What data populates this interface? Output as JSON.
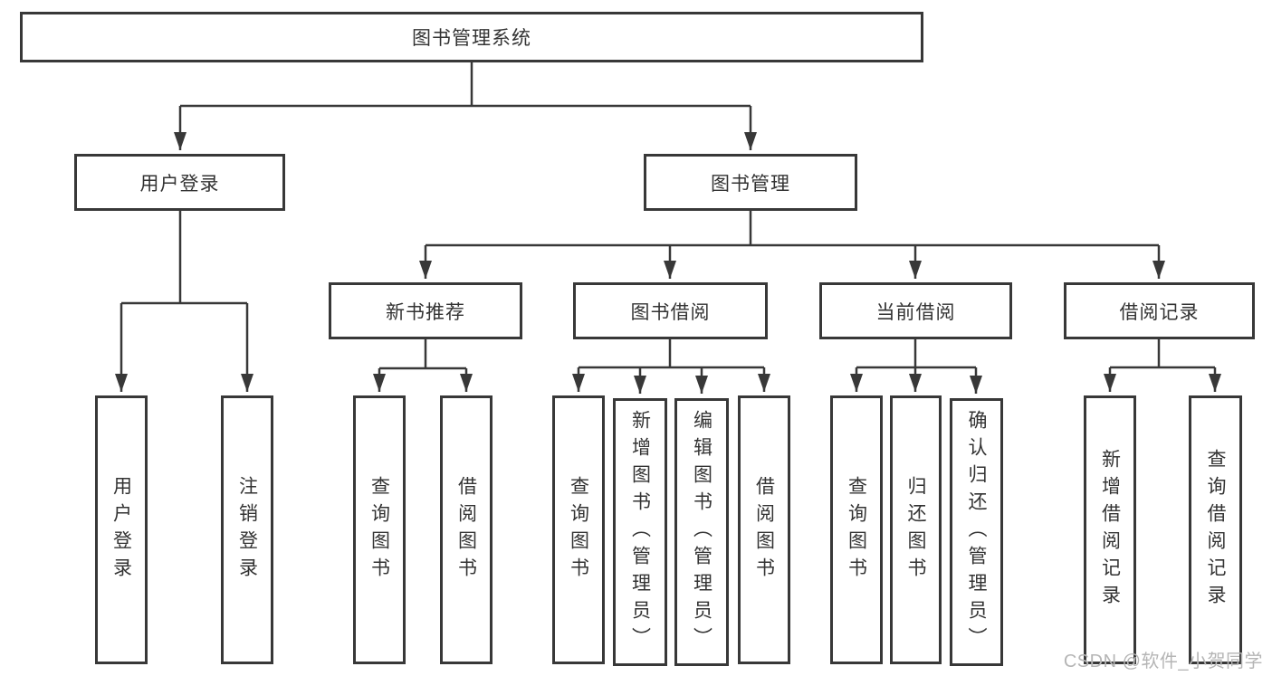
{
  "diagram": {
    "root": {
      "label": "图书管理系统"
    },
    "branches": [
      {
        "label": "用户登录",
        "children": [
          {
            "label": "用户登录"
          },
          {
            "label": "注销登录"
          }
        ]
      },
      {
        "label": "图书管理",
        "children": [
          {
            "label": "新书推荐",
            "children": [
              {
                "label": "查询图书"
              },
              {
                "label": "借阅图书"
              }
            ]
          },
          {
            "label": "图书借阅",
            "children": [
              {
                "label": "查询图书"
              },
              {
                "label": "新增图书（管理员）"
              },
              {
                "label": "编辑图书（管理员）"
              },
              {
                "label": "借阅图书"
              }
            ]
          },
          {
            "label": "当前借阅",
            "children": [
              {
                "label": "查询图书"
              },
              {
                "label": "归还图书"
              },
              {
                "label": "确认归还（管理员）"
              }
            ]
          },
          {
            "label": "借阅记录",
            "children": [
              {
                "label": "新增借阅记录"
              },
              {
                "label": "查询借阅记录"
              }
            ]
          }
        ]
      }
    ]
  },
  "watermark": {
    "text": "CSDN @软件_小贺同学"
  },
  "colors": {
    "line": "#383838",
    "text": "#333333",
    "background": "#ffffff",
    "watermark": "#b5b5b5"
  }
}
